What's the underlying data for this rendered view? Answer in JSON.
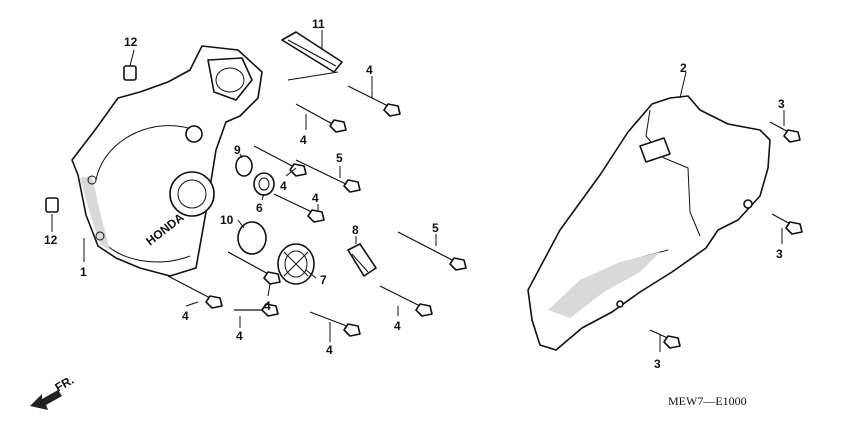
{
  "callouts": {
    "c1": "1",
    "c2": "2",
    "c3a": "3",
    "c3b": "3",
    "c3c": "3",
    "c4a": "4",
    "c4b": "4",
    "c4c": "4",
    "c4d": "4",
    "c4e": "4",
    "c4f": "4",
    "c4g": "4",
    "c4h": "4",
    "c5a": "5",
    "c5b": "5",
    "c6": "6",
    "c7": "7",
    "c8": "8",
    "c9": "9",
    "c10": "10",
    "c11": "11",
    "c12a": "12",
    "c12b": "12"
  },
  "housing_logo": "HONDA",
  "direction_label": "FR.",
  "diagram_code": "MEW7—E1000"
}
